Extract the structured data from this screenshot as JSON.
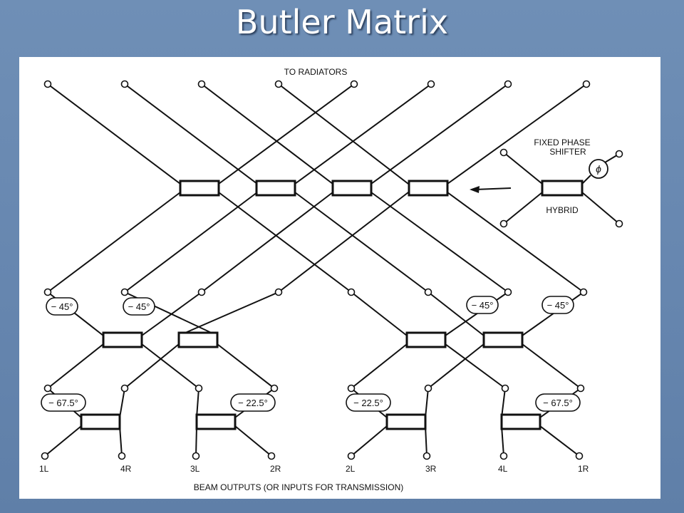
{
  "slide_title": "Butler Matrix",
  "diagram": {
    "top_label": "TO RADIATORS",
    "bottom_label": "BEAM OUTPUTS (OR INPUTS FOR TRANSMISSION)",
    "legend": {
      "phase_shifter_label_1": "FIXED PHASE",
      "phase_shifter_label_2": "SHIFTER",
      "phase_symbol": "ϕ",
      "hybrid_label": "HYBRID"
    },
    "phase_shifts": [
      "− 45°",
      "− 45°",
      "− 45°",
      "− 45°",
      "− 67.5°",
      "− 22.5°",
      "− 22.5°",
      "− 67.5°"
    ],
    "beam_ports": [
      "1L",
      "4R",
      "3L",
      "2R",
      "2L",
      "3R",
      "4L",
      "1R"
    ]
  }
}
